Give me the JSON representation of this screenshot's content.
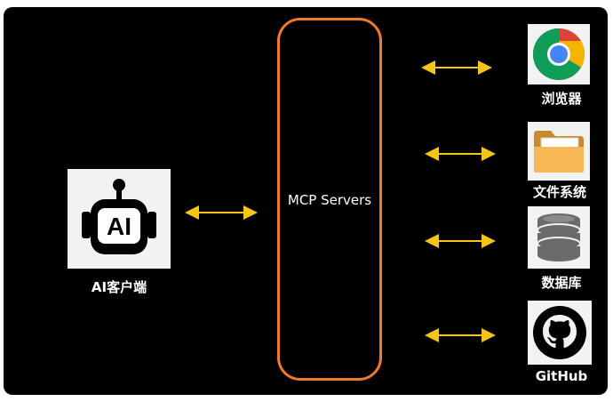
{
  "client": {
    "label": "AI客户端",
    "icon_text": "AI",
    "icon": "robot-icon"
  },
  "server": {
    "label": "MCP Servers"
  },
  "resources": [
    {
      "label": "浏览器",
      "icon": "chrome-icon"
    },
    {
      "label": "文件系统",
      "icon": "folder-icon"
    },
    {
      "label": "数据库",
      "icon": "database-icon"
    },
    {
      "label": "GitHub",
      "icon": "github-icon"
    }
  ],
  "colors": {
    "arrow": "#f5c518",
    "server_border": "#f07a2a",
    "background": "#000000"
  }
}
